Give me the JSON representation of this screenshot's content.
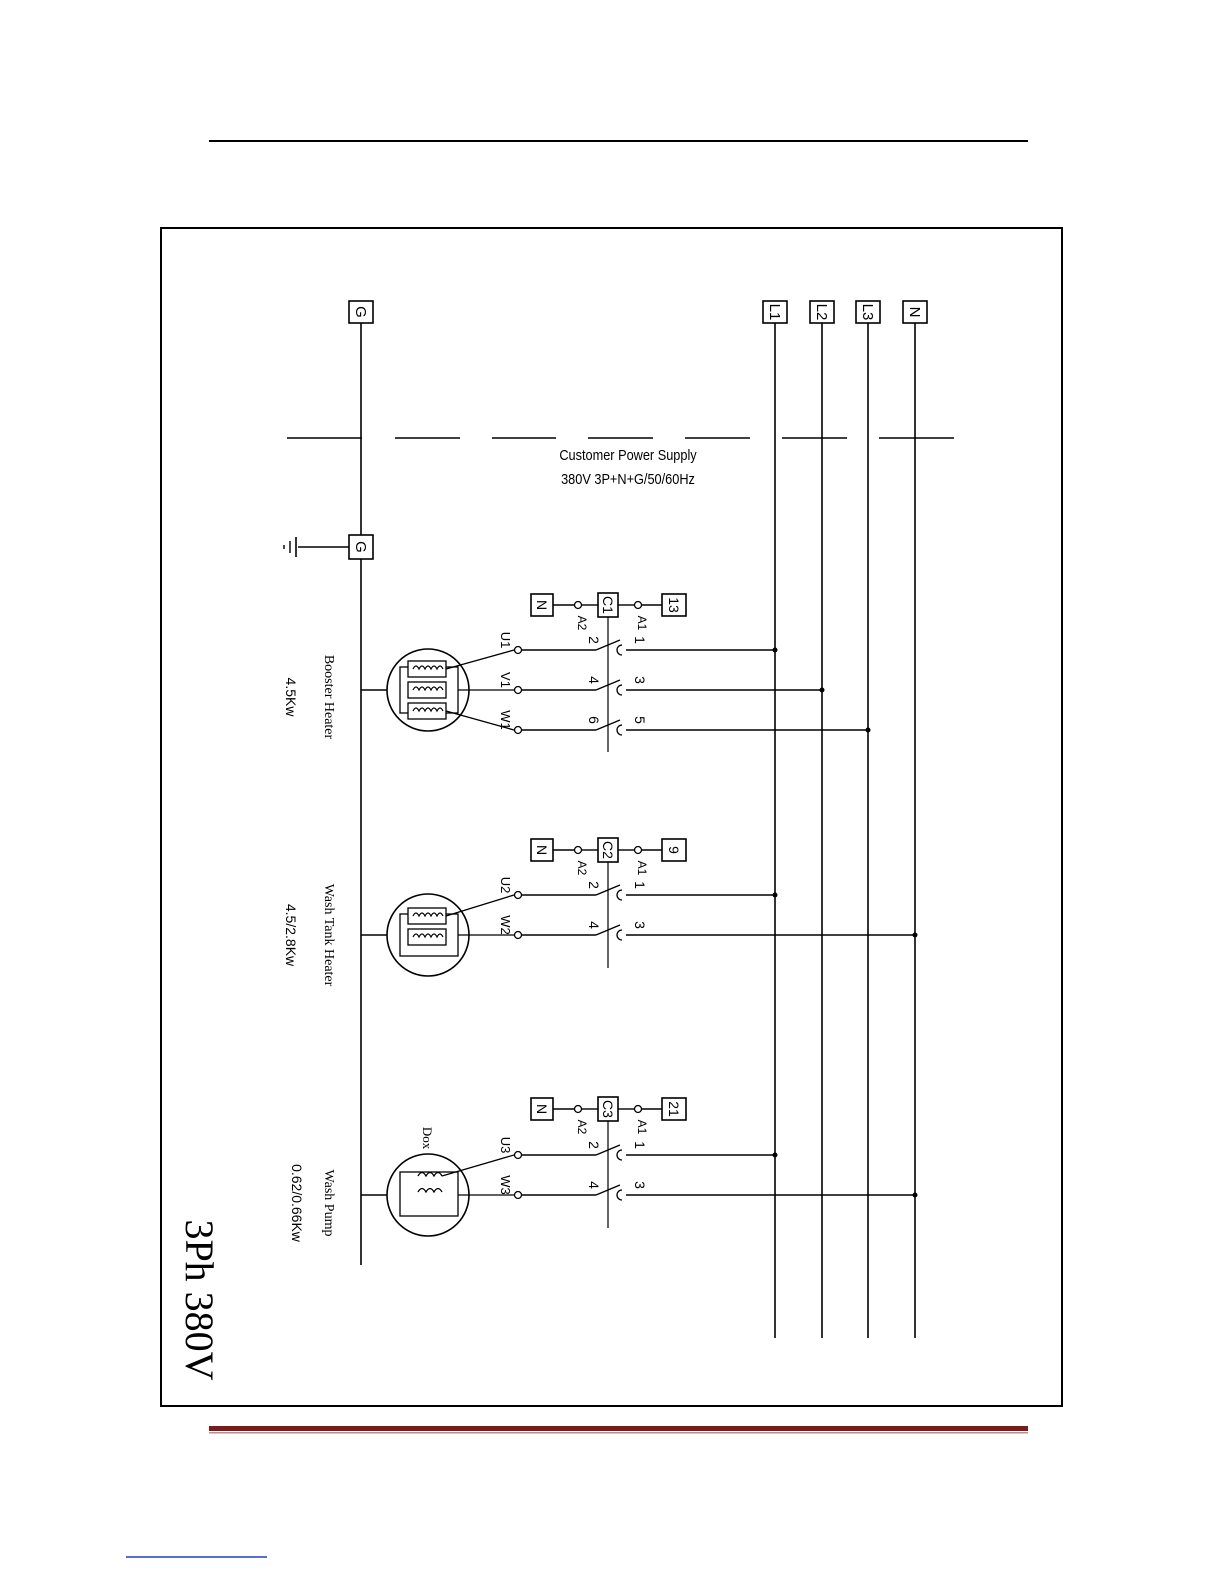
{
  "header_rule_color": "#000000",
  "footer_rule_color": "#7b1c1c",
  "link_underline_color": "#1f3fbf",
  "terminals": {
    "g_top": "G",
    "l1": "L1",
    "l2": "L2",
    "l3": "L3",
    "n": "N",
    "g_ground": "G"
  },
  "supply": {
    "line1": "Customer Power Supply",
    "line2": "380V 3P+N+G/50/60Hz"
  },
  "circuits": {
    "booster": {
      "name": "Booster Heater",
      "power": "4.5Kw",
      "contactor": "C1",
      "coil_n": "N",
      "coil_supply": "13",
      "a1": "A1",
      "a2": "A2",
      "terms": [
        "U1",
        "V1",
        "W1"
      ],
      "contacts_in": [
        "1",
        "3",
        "5"
      ],
      "contacts_out": [
        "2",
        "4",
        "6"
      ]
    },
    "washtank": {
      "name": "Wash Tank Heater",
      "power": "4.5/2.8Kw",
      "contactor": "C2",
      "coil_n": "N",
      "coil_supply": "9",
      "a1": "A1",
      "a2": "A2",
      "terms": [
        "U2",
        "W2"
      ],
      "contacts_in": [
        "1",
        "3"
      ],
      "contacts_out": [
        "2",
        "4"
      ]
    },
    "pump": {
      "name": "Wash Pump",
      "power": "0.62/0.66Kw",
      "motor_label": "Dox",
      "contactor": "C3",
      "coil_n": "N",
      "coil_supply": "21",
      "a1": "A1",
      "a2": "A2",
      "terms": [
        "U3",
        "W3"
      ],
      "contacts_in": [
        "1",
        "3"
      ],
      "contacts_out": [
        "2",
        "4"
      ]
    }
  },
  "title": "3Ph 380V"
}
